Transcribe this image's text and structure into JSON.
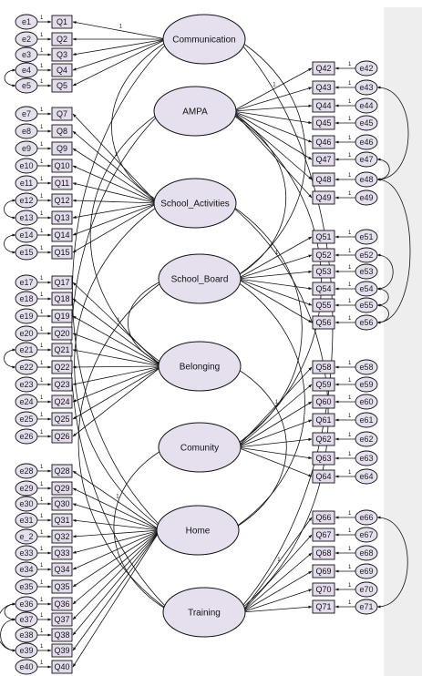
{
  "colors": {
    "factor_fill": "#e6e0ee",
    "indicator_fill": "#e4dcec",
    "error_fill": "#e6e0ee",
    "stroke": "#111111",
    "panel": "#eeeeee"
  },
  "fixed_loading_label": "1",
  "factors": [
    {
      "id": "communication",
      "label": "Communication"
    },
    {
      "id": "ampa",
      "label": "AMPA"
    },
    {
      "id": "school_activities",
      "label": "School_Activities"
    },
    {
      "id": "school_board",
      "label": "School_Board"
    },
    {
      "id": "belonging",
      "label": "Belonging"
    },
    {
      "id": "comunity",
      "label": "Comunity"
    },
    {
      "id": "home",
      "label": "Home"
    },
    {
      "id": "training",
      "label": "Training"
    }
  ],
  "left_items": [
    {
      "q": "Q1",
      "e": "e1",
      "f": "communication"
    },
    {
      "q": "Q2",
      "e": "e2",
      "f": "communication"
    },
    {
      "q": "Q3",
      "e": "e3",
      "f": "communication"
    },
    {
      "q": "Q4",
      "e": "e4",
      "f": "communication"
    },
    {
      "q": "Q5",
      "e": "e5",
      "f": "communication"
    },
    {
      "q": "Q7",
      "e": "e7",
      "f": "school_activities"
    },
    {
      "q": "Q8",
      "e": "e8",
      "f": "school_activities"
    },
    {
      "q": "Q9",
      "e": "e9",
      "f": "school_activities"
    },
    {
      "q": "Q10",
      "e": "e10",
      "f": "school_activities"
    },
    {
      "q": "Q11",
      "e": "e11",
      "f": "school_activities"
    },
    {
      "q": "Q12",
      "e": "e12",
      "f": "school_activities"
    },
    {
      "q": "Q13",
      "e": "e13",
      "f": "school_activities"
    },
    {
      "q": "Q14",
      "e": "e14",
      "f": "school_activities"
    },
    {
      "q": "Q15",
      "e": "e15",
      "f": "school_activities"
    },
    {
      "q": "Q17",
      "e": "e17",
      "f": "belonging"
    },
    {
      "q": "Q18",
      "e": "e18",
      "f": "belonging"
    },
    {
      "q": "Q19",
      "e": "e19",
      "f": "belonging"
    },
    {
      "q": "Q20",
      "e": "e20",
      "f": "belonging"
    },
    {
      "q": "Q21",
      "e": "e21",
      "f": "belonging"
    },
    {
      "q": "Q22",
      "e": "e22",
      "f": "belonging"
    },
    {
      "q": "Q23",
      "e": "e23",
      "f": "belonging"
    },
    {
      "q": "Q24",
      "e": "e24",
      "f": "belonging"
    },
    {
      "q": "Q25",
      "e": "e25",
      "f": "belonging"
    },
    {
      "q": "Q26",
      "e": "e26",
      "f": "belonging"
    },
    {
      "q": "Q28",
      "e": "e28",
      "f": "home"
    },
    {
      "q": "Q29",
      "e": "e29",
      "f": "home"
    },
    {
      "q": "Q30",
      "e": "e30",
      "f": "home"
    },
    {
      "q": "Q31",
      "e": "e31",
      "f": "home"
    },
    {
      "q": "Q32",
      "e": "e_2",
      "f": "home"
    },
    {
      "q": "Q33",
      "e": "e33",
      "f": "home"
    },
    {
      "q": "Q34",
      "e": "e34",
      "f": "home"
    },
    {
      "q": "Q35",
      "e": "e35",
      "f": "home"
    },
    {
      "q": "Q36",
      "e": "e36",
      "f": "home"
    },
    {
      "q": "Q37",
      "e": "e37",
      "f": "home"
    },
    {
      "q": "Q38",
      "e": "e38",
      "f": "home"
    },
    {
      "q": "Q39",
      "e": "e39",
      "f": "home"
    },
    {
      "q": "Q40",
      "e": "e40",
      "f": "home"
    }
  ],
  "right_items": [
    {
      "q": "Q42",
      "e": "e42",
      "f": "ampa"
    },
    {
      "q": "Q43",
      "e": "e43",
      "f": "ampa"
    },
    {
      "q": "Q44",
      "e": "e44",
      "f": "ampa"
    },
    {
      "q": "Q45",
      "e": "e45",
      "f": "ampa"
    },
    {
      "q": "Q46",
      "e": "e46",
      "f": "ampa"
    },
    {
      "q": "Q47",
      "e": "e47",
      "f": "ampa"
    },
    {
      "q": "Q48",
      "e": "e48",
      "f": "ampa"
    },
    {
      "q": "Q49",
      "e": "e49",
      "f": "ampa"
    },
    {
      "q": "Q51",
      "e": "e51",
      "f": "school_board"
    },
    {
      "q": "Q52",
      "e": "e52",
      "f": "school_board"
    },
    {
      "q": "Q53",
      "e": "e53",
      "f": "school_board"
    },
    {
      "q": "Q54",
      "e": "e54",
      "f": "school_board"
    },
    {
      "q": "Q55",
      "e": "e55",
      "f": "school_board"
    },
    {
      "q": "Q56",
      "e": "e56",
      "f": "school_board"
    },
    {
      "q": "Q58",
      "e": "e58",
      "f": "comunity"
    },
    {
      "q": "Q59",
      "e": "e59",
      "f": "comunity"
    },
    {
      "q": "Q60",
      "e": "e60",
      "f": "comunity"
    },
    {
      "q": "Q61",
      "e": "e61",
      "f": "comunity"
    },
    {
      "q": "Q62",
      "e": "e62",
      "f": "comunity"
    },
    {
      "q": "Q63",
      "e": "e63",
      "f": "comunity"
    },
    {
      "q": "Q64",
      "e": "e64",
      "f": "comunity"
    },
    {
      "q": "Q66",
      "e": "e66",
      "f": "training"
    },
    {
      "q": "Q67",
      "e": "e67",
      "f": "training"
    },
    {
      "q": "Q68",
      "e": "e68",
      "f": "training"
    },
    {
      "q": "Q69",
      "e": "e69",
      "f": "training"
    },
    {
      "q": "Q70",
      "e": "e70",
      "f": "training"
    },
    {
      "q": "Q71",
      "e": "e71",
      "f": "training"
    }
  ],
  "fixed_loadings": [
    "Q1",
    "Q7",
    "Q17",
    "Q28",
    "Q42",
    "Q51",
    "Q58",
    "Q66"
  ],
  "error_covariances": [
    [
      "e4",
      "e5"
    ],
    [
      "e12",
      "e13"
    ],
    [
      "e14",
      "e15"
    ],
    [
      "e21",
      "e22"
    ],
    [
      "e36",
      "e37"
    ],
    [
      "e37",
      "e39"
    ],
    [
      "e36",
      "e39"
    ],
    [
      "e43",
      "e48"
    ],
    [
      "e47",
      "e48"
    ],
    [
      "e48",
      "e56"
    ],
    [
      "e52",
      "e54"
    ],
    [
      "e54",
      "e55"
    ],
    [
      "e55",
      "e56"
    ],
    [
      "e66",
      "e71"
    ]
  ],
  "factor_covariances": [
    [
      "communication",
      "school_activities"
    ],
    [
      "communication",
      "school_board"
    ],
    [
      "communication",
      "home"
    ],
    [
      "communication",
      "training"
    ],
    [
      "ampa",
      "belonging"
    ],
    [
      "ampa",
      "comunity"
    ],
    [
      "ampa",
      "training"
    ],
    [
      "school_activities",
      "comunity"
    ],
    [
      "school_activities",
      "home"
    ],
    [
      "school_activities",
      "training"
    ],
    [
      "school_board",
      "belonging"
    ],
    [
      "school_board",
      "home"
    ],
    [
      "school_board",
      "training"
    ],
    [
      "belonging",
      "home"
    ],
    [
      "comunity",
      "training"
    ],
    [
      "ampa",
      "school_board"
    ]
  ]
}
